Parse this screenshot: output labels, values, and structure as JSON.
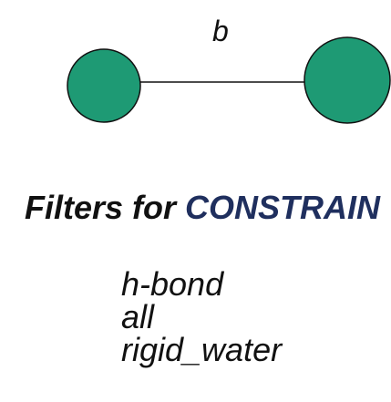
{
  "bond": {
    "label": "b",
    "atom_fill": "#1e9a74",
    "atom_stroke": "#111111"
  },
  "title": {
    "prefix": "Filters for",
    "keyword": "CONSTRAIN",
    "keyword_color": "#1f2f5e"
  },
  "filters": [
    "h-bond",
    "all",
    "rigid_water"
  ]
}
